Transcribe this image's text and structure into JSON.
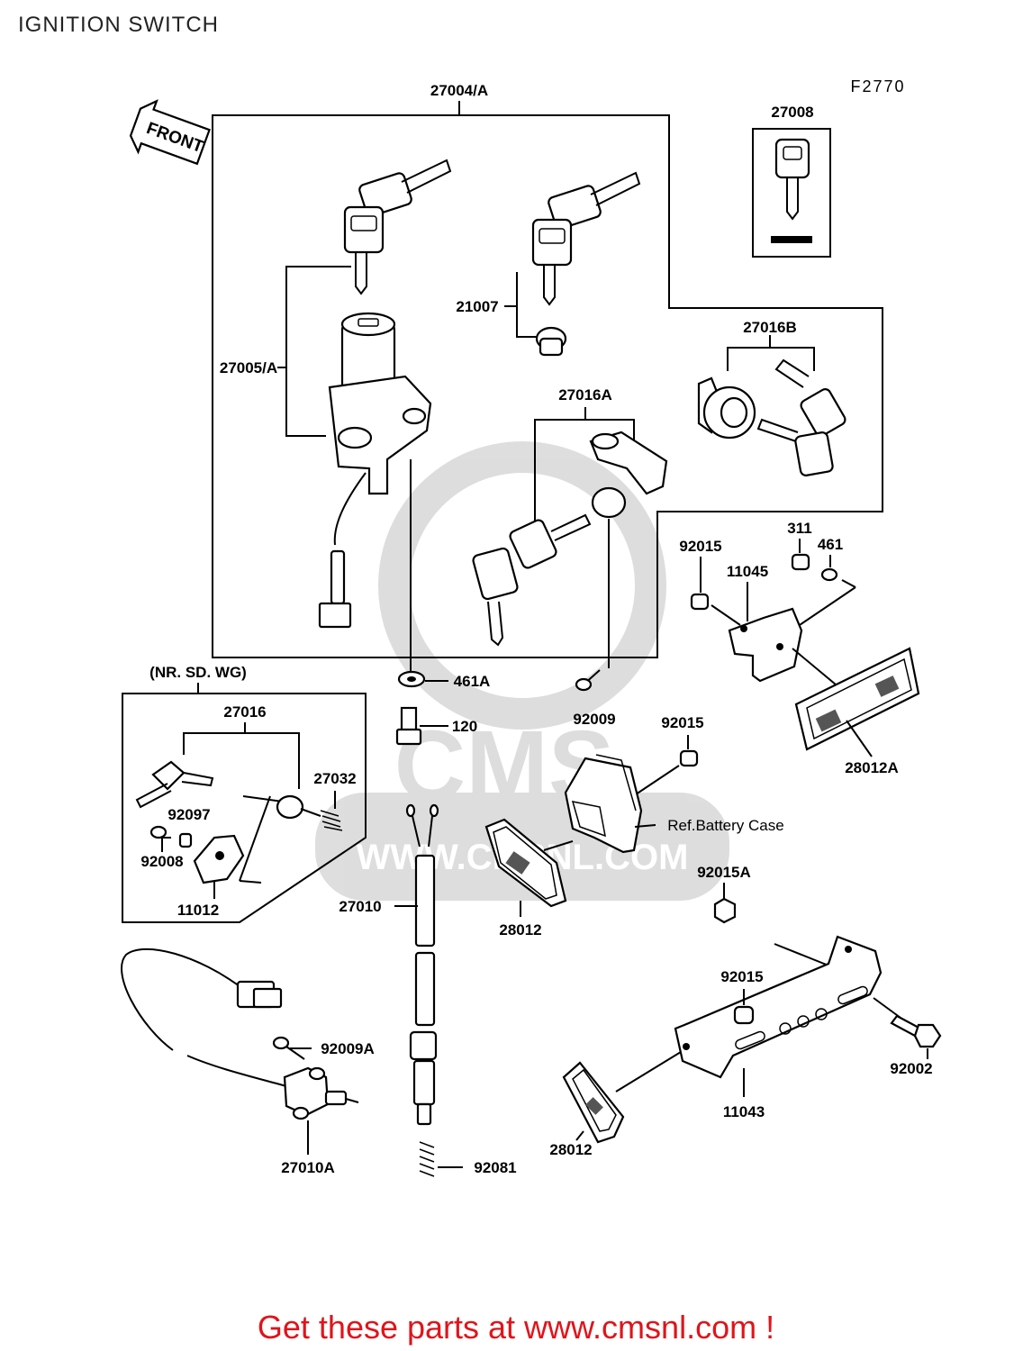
{
  "title": "IGNITION SWITCH",
  "figure_code": "F2770",
  "front_marker": "FRONT",
  "variant_note": "(NR. SD. WG)",
  "reference_note": "Ref.Battery Case",
  "watermark": {
    "brand": "CMS",
    "url": "WWW.CMSNL.COM"
  },
  "footer": "Get these parts at www.cmsnl.com !",
  "parts": {
    "p27004A": "27004/A",
    "p27008": "27008",
    "p21007": "21007",
    "p27005A": "27005/A",
    "p27016B": "27016B",
    "p27016A": "27016A",
    "p311": "311",
    "p461": "461",
    "p92015_a": "92015",
    "p11045": "11045",
    "p461A": "461A",
    "p120": "120",
    "p92009": "92009",
    "p92015_b": "92015",
    "p28012A": "28012A",
    "p27016": "27016",
    "p27032": "27032",
    "p92097": "92097",
    "p92008": "92008",
    "p11012": "11012",
    "p27010": "27010",
    "p28012_a": "28012",
    "p92015A": "92015A",
    "p92015_c": "92015",
    "p92002": "92002",
    "p92009A": "92009A",
    "p27010A": "27010A",
    "p92081": "92081",
    "p11043": "11043",
    "p28012_b": "28012"
  }
}
